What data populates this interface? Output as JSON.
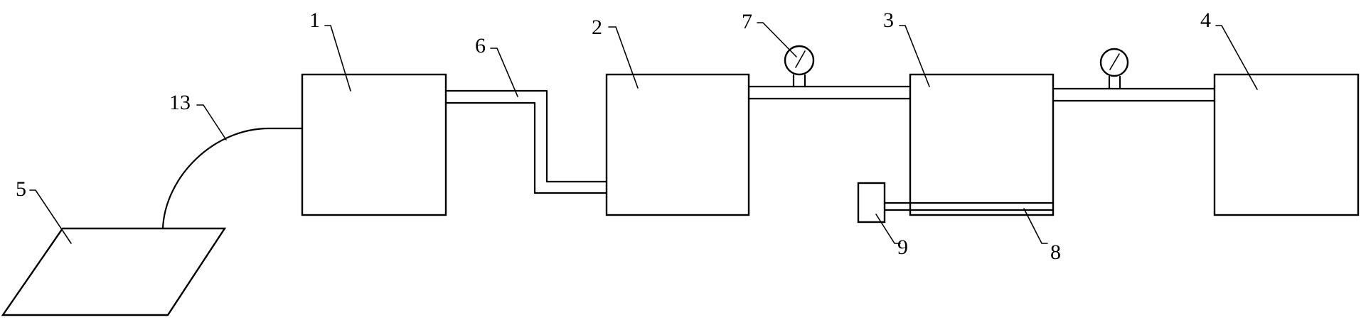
{
  "labels": {
    "l1": "1",
    "l2": "2",
    "l3": "3",
    "l4": "4",
    "l5": "5",
    "l6": "6",
    "l7": "7",
    "l8": "8",
    "l9": "9",
    "l13": "13"
  },
  "colors": {
    "line": "#000000",
    "background": "#ffffff"
  }
}
